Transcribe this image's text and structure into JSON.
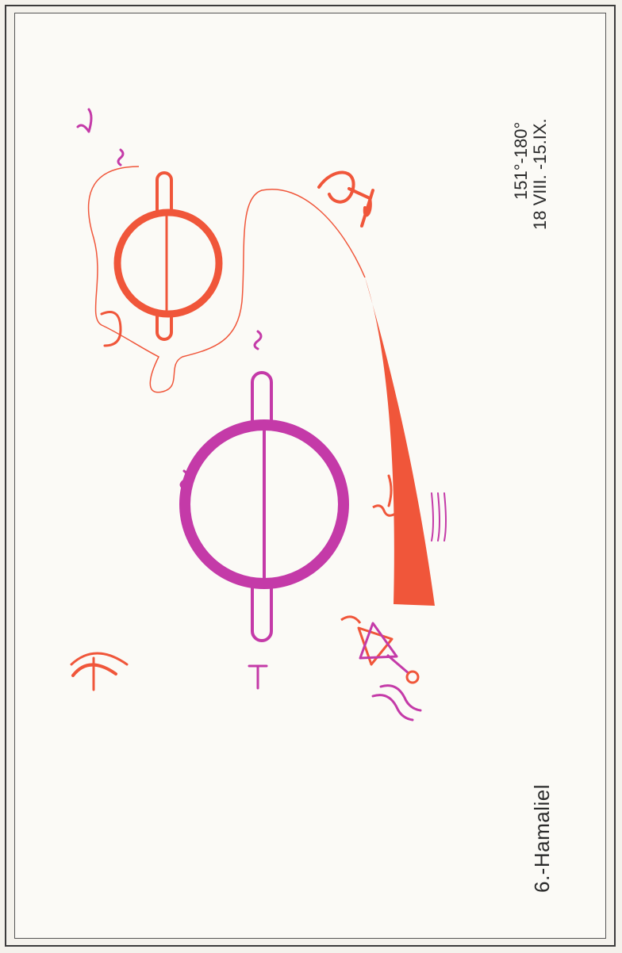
{
  "plate": {
    "title": "6.-Hamaliel",
    "degrees": "151°-180°",
    "dates": "18 VIII. -15.IX."
  },
  "colors": {
    "orange": "#f0563a",
    "magenta": "#c43aa8",
    "frame": "#3c3c3c"
  }
}
